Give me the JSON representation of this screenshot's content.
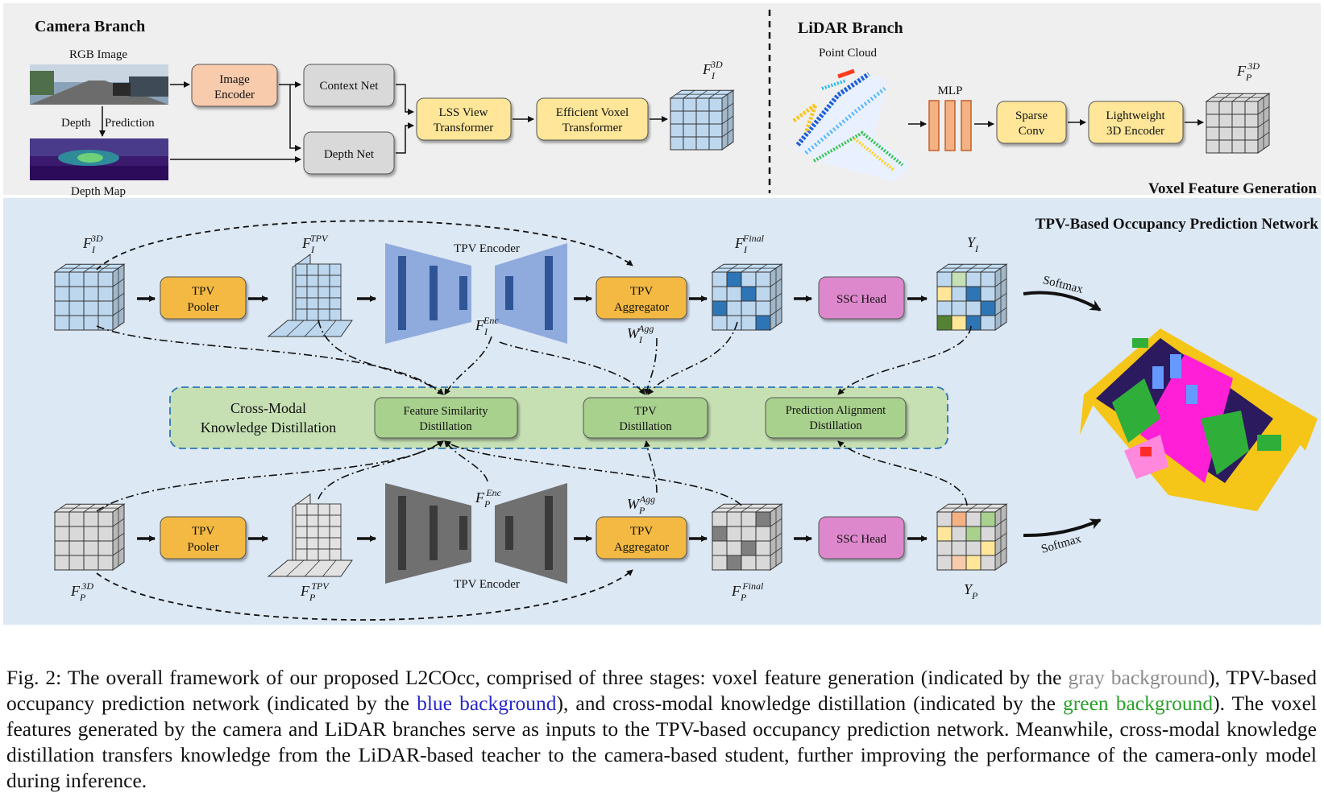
{
  "camera_branch": {
    "title": "Camera Branch",
    "rgb_label": "RGB Image",
    "depth_prediction_left": "Depth",
    "depth_prediction_right": "Prediction",
    "depth_map_label": "Depth Map",
    "image_encoder": [
      "Image",
      "Encoder"
    ],
    "context_net": "Context Net",
    "depth_net": "Depth Net",
    "lss": [
      "LSS View",
      "Transformer"
    ],
    "evt": [
      "Efficient Voxel",
      "Transformer"
    ],
    "feat_base": "F",
    "feat_sub": "I",
    "feat_sup": "3D"
  },
  "lidar_branch": {
    "title": "LiDAR Branch",
    "point_cloud_label": "Point Cloud",
    "mlp_label": "MLP",
    "sparse_conv": [
      "Sparse",
      "Conv"
    ],
    "light_encoder": [
      "Lightweight",
      "3D Encoder"
    ],
    "feat_base": "F",
    "feat_sub": "P",
    "feat_sup": "3D"
  },
  "voxel_section_title": "Voxel Feature Generation",
  "tpv_section_title": "TPV-Based Occupancy Prediction Network",
  "top_row": {
    "f3d": {
      "base": "F",
      "sub": "I",
      "sup": "3D"
    },
    "pooler": [
      "TPV",
      "Pooler"
    ],
    "ftpv": {
      "base": "F",
      "sub": "I",
      "sup": "TPV"
    },
    "encoder_label": "TPV Encoder",
    "fenc": {
      "base": "F",
      "sub": "I",
      "sup": "Enc"
    },
    "aggregator": [
      "TPV",
      "Aggregator"
    ],
    "wagg": {
      "base": "W",
      "sub": "I",
      "sup": "Agg"
    },
    "ffinal": {
      "base": "F",
      "sub": "I",
      "sup": "Final"
    },
    "ssc_head": "SSC Head",
    "y": {
      "base": "Y",
      "sub": "I"
    },
    "softmax": "Softmax"
  },
  "bottom_row": {
    "f3d": {
      "base": "F",
      "sub": "P",
      "sup": "3D"
    },
    "pooler": [
      "TPV",
      "Pooler"
    ],
    "ftpv": {
      "base": "F",
      "sub": "P",
      "sup": "TPV"
    },
    "encoder_label": "TPV Encoder",
    "fenc": {
      "base": "F",
      "sub": "P",
      "sup": "Enc"
    },
    "aggregator": [
      "TPV",
      "Aggregator"
    ],
    "wagg": {
      "base": "W",
      "sub": "P",
      "sup": "Agg"
    },
    "ffinal": {
      "base": "F",
      "sub": "P",
      "sup": "Final"
    },
    "ssc_head": "SSC Head",
    "y": {
      "base": "Y",
      "sub": "P"
    },
    "softmax": "Softmax"
  },
  "distillation": {
    "title": [
      "Cross-Modal",
      "Knowledge Distillation"
    ],
    "feature_similarity": [
      "Feature Similarity",
      "Distillation"
    ],
    "tpv": [
      "TPV",
      "Distillation"
    ],
    "prediction_alignment": [
      "Prediction Alignment",
      "Distillation"
    ]
  },
  "colors": {
    "gray_bg": "#efefef",
    "blue_bg": "#dce8f4",
    "green_bg": "#c6e0b4",
    "camera_box": "#f8cbad",
    "gray_box": "#d9d9d9",
    "yellow_box": "#ffe699",
    "orange_box": "#f4b942",
    "pink_box": "#dd88cc",
    "green_box": "#a9d18e",
    "mlp_box": "#f4b183"
  },
  "caption": {
    "p1": "Fig. 2: The overall framework of our proposed L2COcc, comprised of three stages: voxel feature generation (indicated by the ",
    "gray": "gray background",
    "p2": "), TPV-based occupancy prediction network (indicated by the ",
    "blue": "blue background",
    "p3": "), and cross-modal knowledge distillation (indicated by the ",
    "green": "green background",
    "p4": "). The voxel features generated by the camera and LiDAR branches serve as inputs to the TPV-based occupancy prediction network. Meanwhile, cross-modal knowledge distillation transfers knowledge from the LiDAR-based teacher to the camera-based student, further improving the performance of the camera-only model during inference."
  }
}
